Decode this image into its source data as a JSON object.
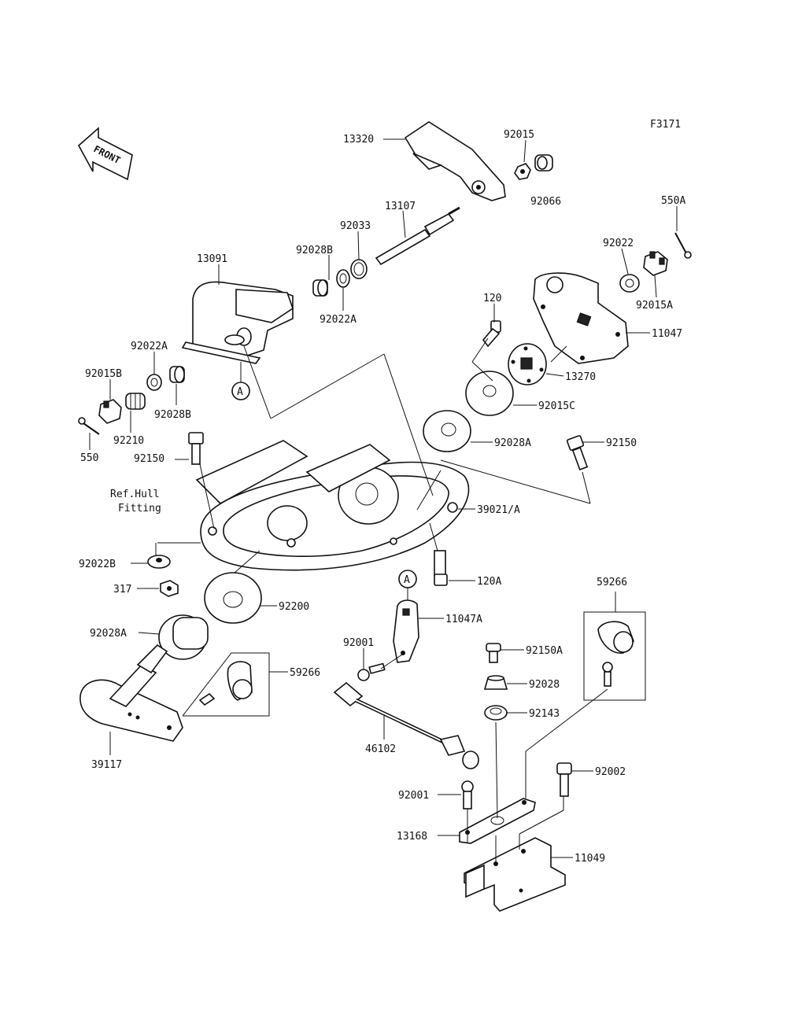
{
  "figure_code": "F3171",
  "front_arrow": "FRONT",
  "ref_note": {
    "line1": "Ref.Hull",
    "line2": "Fitting"
  },
  "ref_marker": "A",
  "labels": {
    "p13320": "13320",
    "p92015": "92015",
    "p92066": "92066",
    "p550A": "550A",
    "p13107": "13107",
    "p92033": "92033",
    "p92028B_top": "92028B",
    "p13091": "13091",
    "p92022": "92022",
    "p92015A": "92015A",
    "p92022A_right": "92022A",
    "p120": "120",
    "p11047": "11047",
    "p92022A_left": "92022A",
    "p92015B": "92015B",
    "p13270": "13270",
    "p92028B_low": "92028B",
    "p92015C": "92015C",
    "p92210": "92210",
    "p550": "550",
    "p92028A_mid": "92028A",
    "p92150_left": "92150",
    "p92150_right": "92150",
    "p39021A": "39021/A",
    "p92022B": "92022B",
    "p120A": "120A",
    "p317": "317",
    "p59266_right": "59266",
    "p92200": "92200",
    "p11047A": "11047A",
    "p92028A_low": "92028A",
    "p92001_upper": "92001",
    "p92150A": "92150A",
    "p59266_left": "59266",
    "p92028": "92028",
    "p92143": "92143",
    "p39117": "39117",
    "p46102": "46102",
    "p92002": "92002",
    "p92001_lower": "92001",
    "p13168": "13168",
    "p11049": "11049"
  },
  "icons": {
    "front_arrow": "front-arrow-icon"
  }
}
